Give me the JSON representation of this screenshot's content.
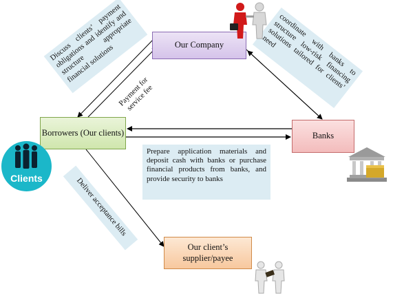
{
  "nodes": {
    "company": "Our Company",
    "borrowers": "Borrowers (Our clients)",
    "banks": "Banks",
    "supplier": "Our client’s supplier/payee"
  },
  "notes": {
    "discuss": "Discuss clients’ payment obligations and identify and structure appropriate financial solutions",
    "coordinate": "coordinate with banks to structure low-risk financing solutions tailored for clients’ need",
    "prepare": "Prepare application materials and deposit cash with banks or purchase financial products from banks, and provide security to banks",
    "deliver": "Deliver acceptance bills",
    "payment": "Payment for service fee"
  },
  "badges": {
    "clients": "Clients"
  },
  "icons": [
    "handshake-people-icon",
    "clients-people-icon",
    "bank-building-icon",
    "handshake-payment-icon"
  ],
  "colors": {
    "company": "#d5c3ea",
    "borrowers": "#cfe6ad",
    "banks": "#f3bcbc",
    "supplier": "#f7c89e",
    "note": "#dcecf3",
    "clients_badge": "#1bb7c9"
  }
}
